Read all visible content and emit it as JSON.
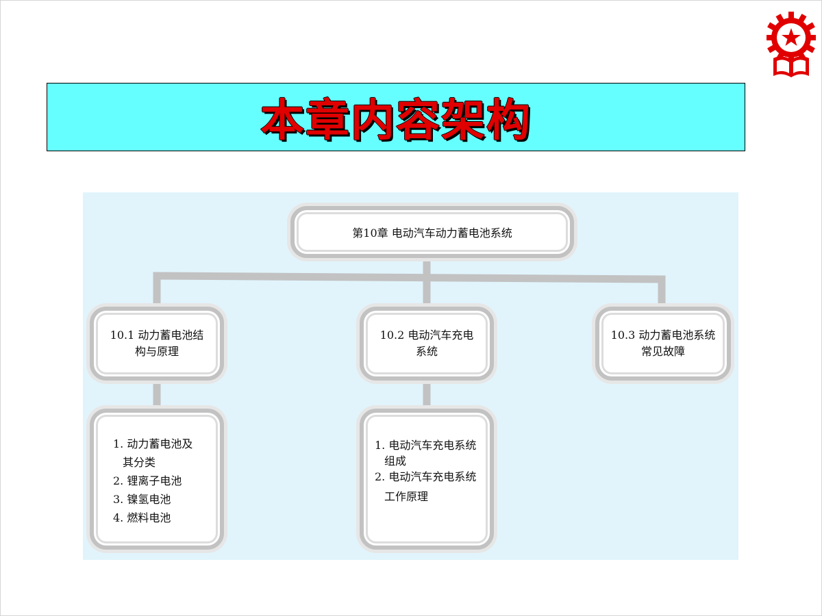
{
  "slide": {
    "title": "本章内容架构",
    "emblem": {
      "icon": "gear-star-book-emblem-icon",
      "color": "#e00000"
    }
  },
  "colors": {
    "title_bg": "#66ffff",
    "title_text": "#e00000",
    "diagram_bg": "#e1f4fc",
    "connector": "#c2c2c2"
  },
  "diagram": {
    "root": "第10章  电动汽车动力蓄电池系统",
    "sections": [
      {
        "label_line1": "10.1 动力蓄电池结",
        "label_line2": "构与原理",
        "items": [
          {
            "line1": "1. 动力蓄电池及",
            "line2": "其分类"
          },
          {
            "line1": "2. 锂离子电池"
          },
          {
            "line1": "3. 镍氢电池"
          },
          {
            "line1": "4. 燃料电池"
          }
        ]
      },
      {
        "label_line1": "10.2 电动汽车充电",
        "label_line2": "系统",
        "items": [
          {
            "line1": "1. 电动汽车充电系统",
            "line2": "组成"
          },
          {
            "line1": "2. 电动汽车充电系统",
            "line2": "工作原理"
          }
        ]
      },
      {
        "label_line1": "10.3  动力蓄电池系统",
        "label_line2": "常见故障",
        "items": []
      }
    ]
  }
}
